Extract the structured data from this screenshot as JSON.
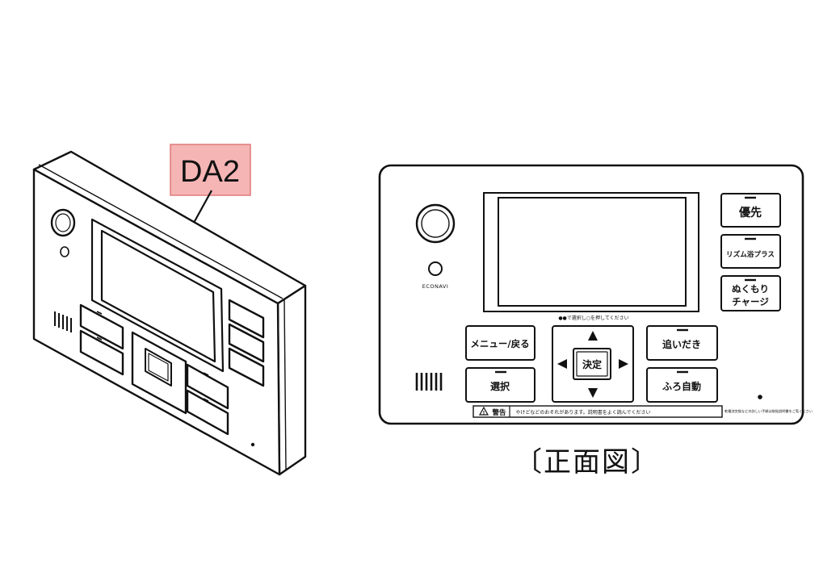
{
  "callout": {
    "text": "DA2",
    "fill": "#f5b5b5",
    "border": "#e07a7a"
  },
  "front": {
    "brand": "ECONAVI",
    "buttons": {
      "priority": "優先",
      "rhythm_plus": "リズム浴プラス",
      "nukumori_line1": "ぬくもり",
      "nukumori_line2": "チャージ",
      "menu_back": "メニュー/戻る",
      "select": "選択",
      "decide": "決定",
      "oidaki": "追いだき",
      "furo_jidou": "ふろ自動"
    },
    "arrow_hint": "●●で選択し○を押してください",
    "warning_label": "警告",
    "warning_text": "やけどなどのおそれがあります。説明書をよく読んでください",
    "warning_side_text": "乾電池交換などの詳しい手順は取扱説明書をご覧ください"
  },
  "caption": "〔正面図〕"
}
